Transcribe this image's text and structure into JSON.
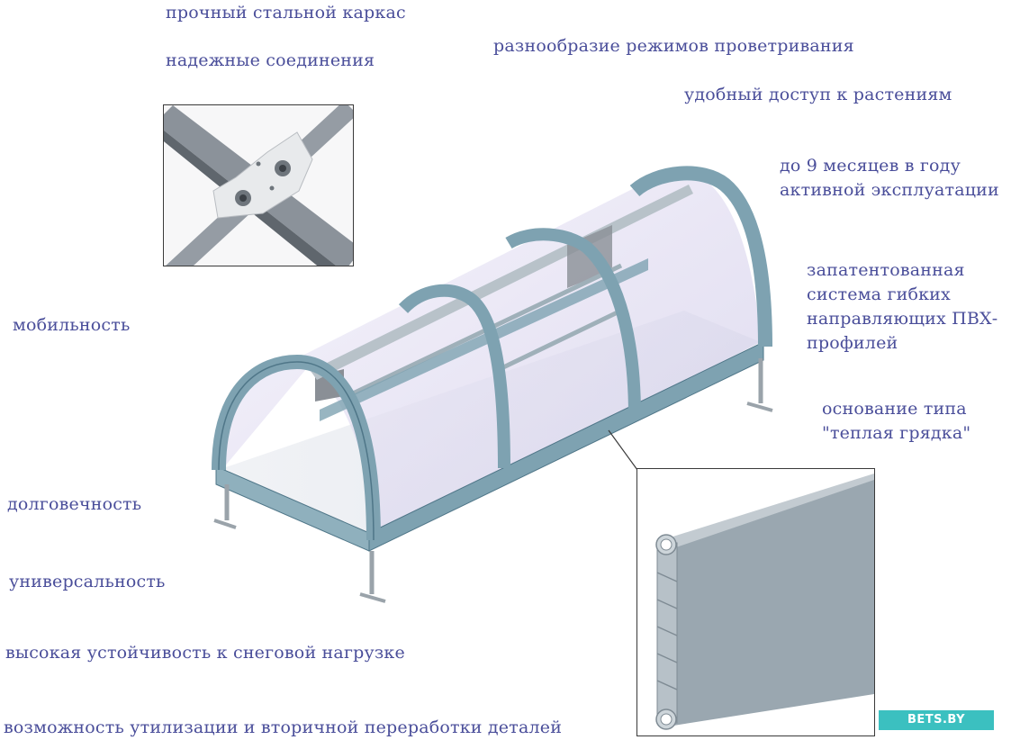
{
  "features": {
    "strong_frame": "прочный стальной каркас",
    "reliable_joints": "надежные соединения",
    "ventilation_modes": "разнообразие режимов проветривания",
    "plant_access": "удобный доступ к растениям",
    "season_line1": "до 9 месяцев в году",
    "season_line2": "активной эксплуатации",
    "patent_line1": "запатентованная",
    "patent_line2": "система гибких",
    "patent_line3": "направляющих ПВХ-",
    "patent_line4": "профилей",
    "base_line1": "основание типа",
    "base_line2": "\"теплая грядка\"",
    "mobility": "мобильность",
    "durability": "долговечность",
    "universality": "универсальность",
    "snow_resistance": "высокая устойчивость к снеговой нагрузке",
    "recycling": "возможность утилизации и вторичной переработки деталей"
  },
  "watermark": "BETS.BY",
  "colors": {
    "label_text": "#4a4e9a",
    "frame_steel": "#7ea2b1",
    "frame_dark": "#4f7688",
    "cover": "#e9e6f5",
    "profile": "#9aa7b0",
    "watermark_bg": "#3bc0c0"
  }
}
